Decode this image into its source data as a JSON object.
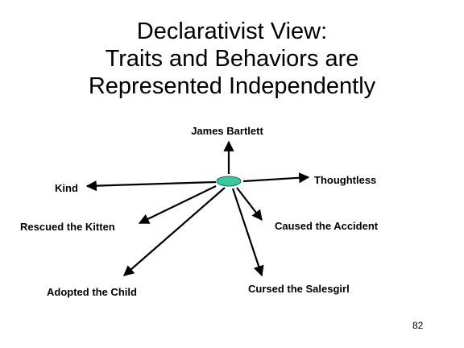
{
  "slide": {
    "title_lines": [
      "Declarativist View:",
      "Traits and Behaviors are",
      "Represented Independently"
    ],
    "page_number": "82",
    "hub_color": "#3cc8a0"
  },
  "diagram": {
    "nodes": [
      "James Bartlett",
      "Kind",
      "Thoughtless",
      "Rescued the Kitten",
      "Caused the Accident",
      "Adopted the Child",
      "Cursed the Salesgirl"
    ]
  }
}
